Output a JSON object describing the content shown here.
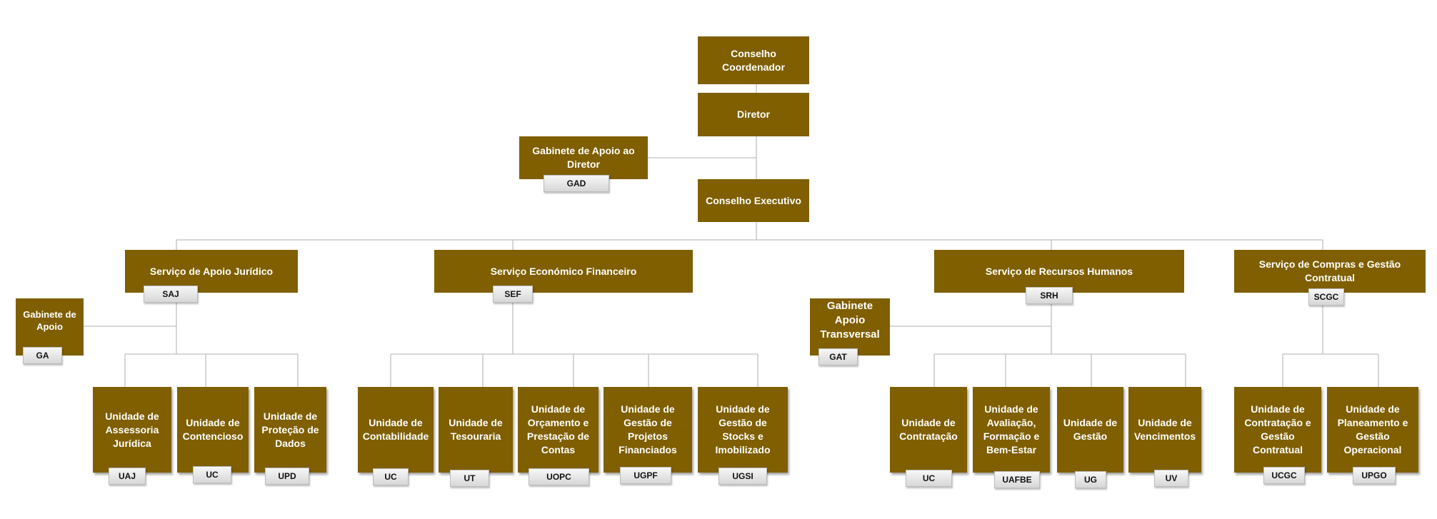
{
  "colors": {
    "box_fill": "#7f5f00",
    "box_text": "#ffffff",
    "tag_fill": "#e6e6e6",
    "connector": "#bfbfbf"
  },
  "nodes": {
    "conselho_coordenador": {
      "label": "Conselho Coordenador"
    },
    "diretor": {
      "label": "Diretor"
    },
    "gabinete_apoio_diretor": {
      "label": "Gabinete de Apoio ao Diretor",
      "tag": "GAD"
    },
    "conselho_executivo": {
      "label": "Conselho Executivo"
    },
    "servico_apoio_juridico": {
      "label": "Serviço de Apoio Jurídico",
      "tag": "SAJ"
    },
    "servico_economico_financeiro": {
      "label": "Serviço Económico Financeiro",
      "tag": "SEF"
    },
    "servico_recursos_humanos": {
      "label": "Serviço de Recursos Humanos",
      "tag": "SRH"
    },
    "servico_compras": {
      "label": "Serviço de Compras e Gestão Contratual",
      "tag": "SCGC"
    },
    "gabinete_apoio": {
      "label": "Gabinete de Apoio",
      "tag": "GA"
    },
    "gabinete_apoio_transversal": {
      "label": "Gabinete Apoio Transversal",
      "tag": "GAT"
    },
    "unidade_assessoria_juridica": {
      "label": "Unidade de Assessoria Jurídica",
      "tag": "UAJ"
    },
    "unidade_contencioso": {
      "label": "Unidade de Contencioso",
      "tag": "UC"
    },
    "unidade_protecao_dados": {
      "label": "Unidade de Proteção de Dados",
      "tag": "UPD"
    },
    "unidade_contabilidade": {
      "label": "Unidade de Contabilidade",
      "tag": "UC"
    },
    "unidade_tesouraria": {
      "label": "Unidade de Tesouraria",
      "tag": "UT"
    },
    "unidade_orcamento": {
      "label": "Unidade de Orçamento e Prestação de Contas",
      "tag": "UOPC"
    },
    "unidade_projetos": {
      "label": "Unidade de Gestão de Projetos Financiados",
      "tag": "UGPF"
    },
    "unidade_stocks": {
      "label": "Unidade de Gestão de Stocks e Imobilizado",
      "tag": "UGSI"
    },
    "unidade_contratacao_rh": {
      "label": "Unidade de Contratação",
      "tag": "UC"
    },
    "unidade_avaliacao": {
      "label": "Unidade de Avaliação, Formação e Bem-Estar",
      "tag": "UAFBE"
    },
    "unidade_gestao": {
      "label": "Unidade de Gestão",
      "tag": "UG"
    },
    "unidade_vencimentos": {
      "label": "Unidade de Vencimentos",
      "tag": "UV"
    },
    "unidade_contratacao_gestao": {
      "label": "Unidade de Contratação e Gestão Contratual",
      "tag": "UCGC"
    },
    "unidade_planeamento": {
      "label": "Unidade de Planeamento e Gestão Operacional",
      "tag": "UPGO"
    }
  }
}
